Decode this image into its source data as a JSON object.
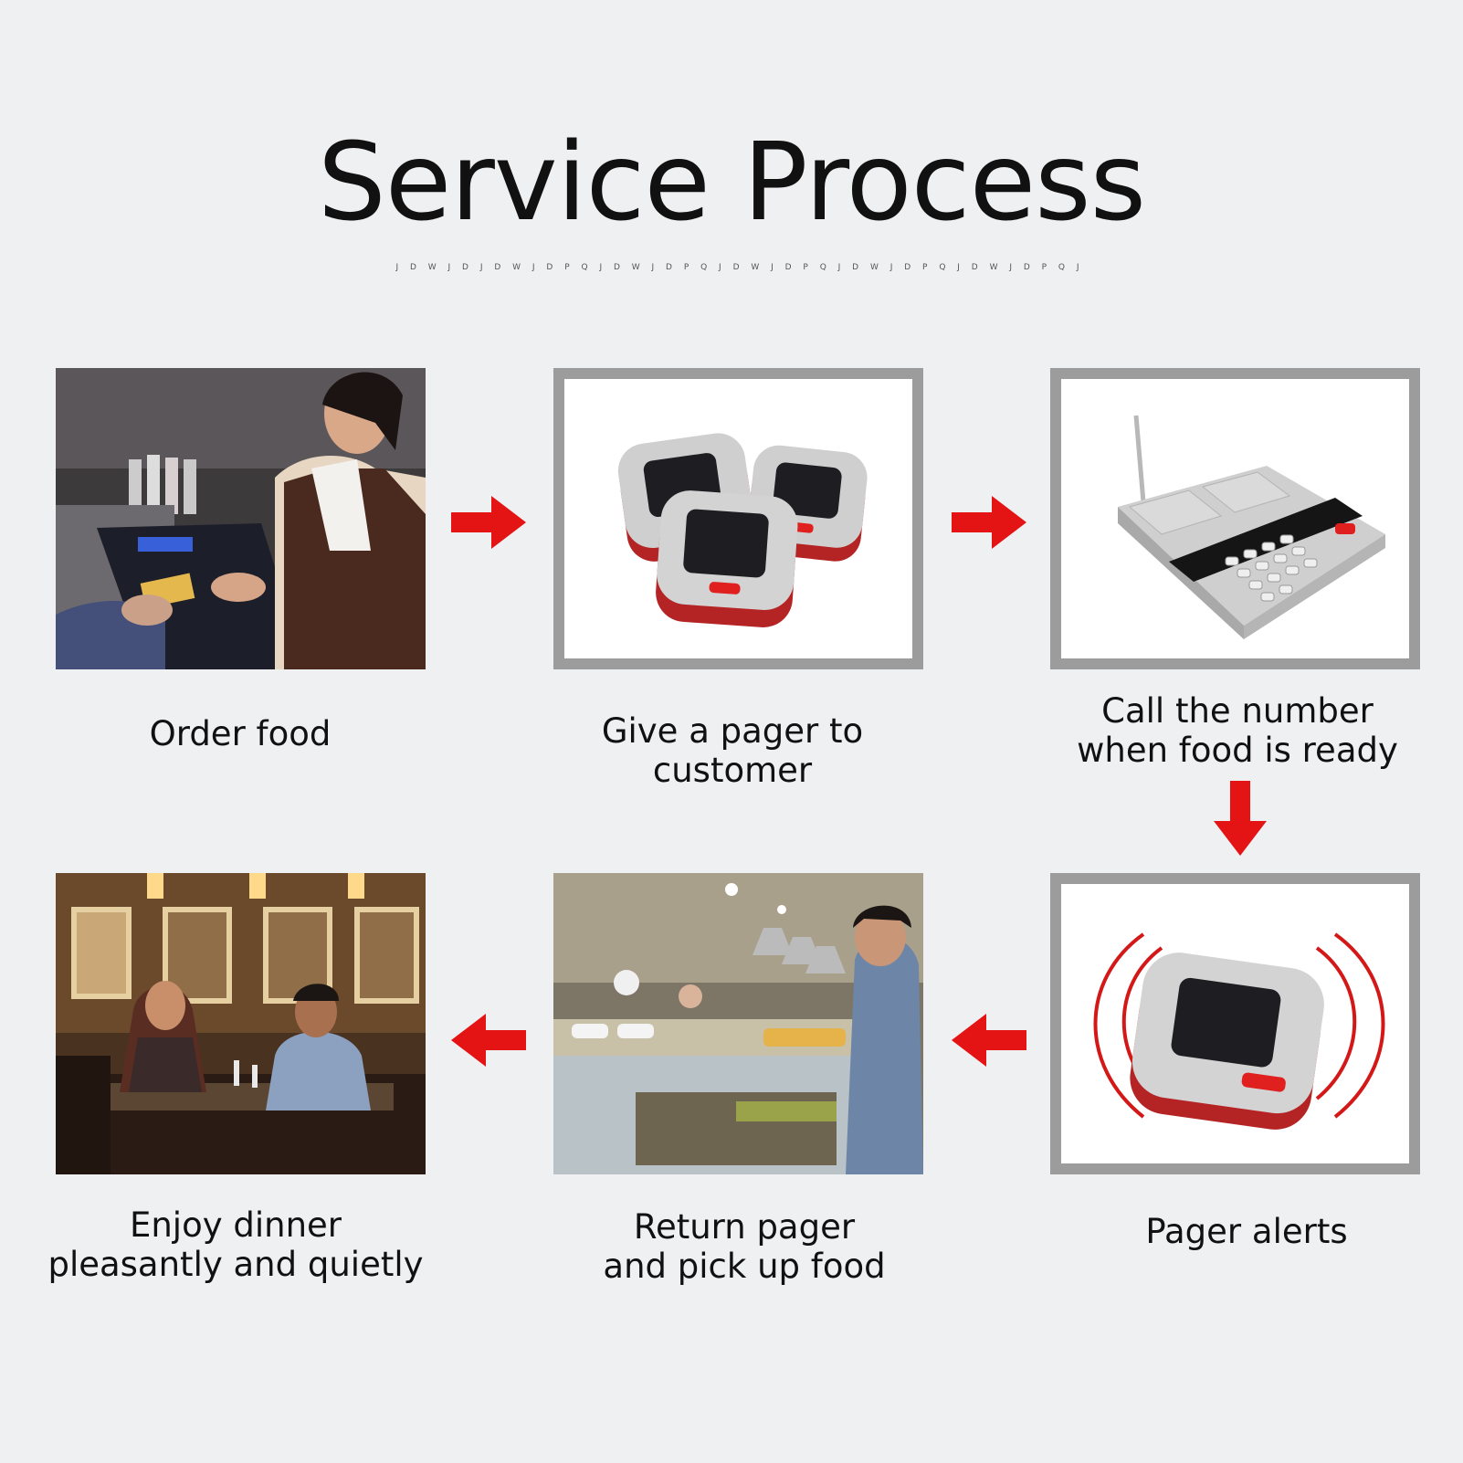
{
  "title": "Service Process",
  "decorative_text": "J D W J D J D W J D P Q J D W J D P Q J D W J D P Q J D W J D P Q J D W J D P Q J",
  "accent_color": "#e41414",
  "steps": [
    {
      "lines": [
        "Order food"
      ],
      "image": "cashier-card-payment-photo"
    },
    {
      "lines": [
        "Give a pager to customer"
      ],
      "image": "three-pagers-product-photo"
    },
    {
      "lines": [
        "Call the number",
        "when food is ready"
      ],
      "image": "transmitter-keypad-product-photo"
    },
    {
      "lines": [
        "Pager alerts"
      ],
      "image": "vibrating-pager-product-photo"
    },
    {
      "lines": [
        "Return pager",
        "and pick up food"
      ],
      "image": "buffet-counter-photo"
    },
    {
      "lines": [
        "Enjoy dinner",
        "pleasantly and quietly"
      ],
      "image": "couple-dining-photo"
    }
  ],
  "arrows": [
    "arrow-right-icon",
    "arrow-right-icon",
    "arrow-down-icon",
    "arrow-left-icon",
    "arrow-left-icon"
  ]
}
